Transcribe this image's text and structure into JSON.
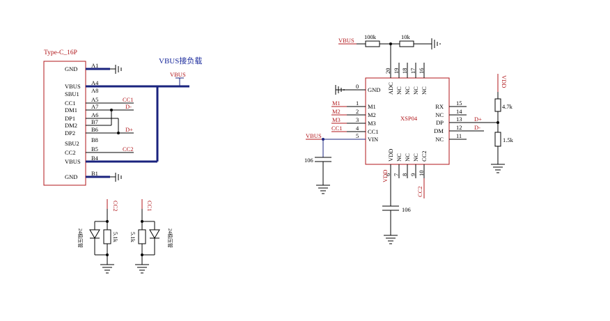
{
  "connector": {
    "title": "Type-C_16P",
    "pins": [
      "GND",
      "VBUS",
      "SBU1",
      "CC1",
      "DM1",
      "DP1",
      "DM2",
      "DP2",
      "SBU2",
      "CC2",
      "VBUS",
      "GND"
    ],
    "pads": [
      "A1",
      "A4",
      "A8",
      "A5",
      "A7",
      "A6",
      "B7",
      "B6",
      "B8",
      "B5",
      "B4",
      "B1"
    ]
  },
  "net_labels": {
    "vbus_load": "VBUS接负载",
    "vbus": "VBUS",
    "cc1": "CC1",
    "cc2": "CC2",
    "d_minus": "D-",
    "d_plus": "D+",
    "vdd": "VDD",
    "m1": "M1",
    "m2": "M2",
    "m3": "M3"
  },
  "ic": {
    "name": "XSP04",
    "left_pins": [
      "GND",
      "M1",
      "M2",
      "M3",
      "CC1",
      "VIN"
    ],
    "left_nums": [
      "0",
      "1",
      "2",
      "3",
      "4",
      "5"
    ],
    "right_pins": [
      "RX",
      "NC",
      "DP",
      "DM",
      "NC"
    ],
    "right_nums": [
      "15",
      "14",
      "13",
      "12",
      "11"
    ],
    "top_pins": [
      "ADC",
      "NC",
      "NC",
      "NC",
      "NC"
    ],
    "top_nums": [
      "20",
      "19",
      "18",
      "17",
      "16"
    ],
    "bottom_pins": [
      "VDD",
      "NC",
      "NC",
      "NC",
      "CC2"
    ],
    "bottom_nums": [
      "6",
      "7",
      "8",
      "9",
      "10"
    ]
  },
  "components": {
    "r_100k": "100k",
    "r_10k": "10k",
    "r_4k7": "4.7k",
    "r_1k5": "1.5k",
    "c_vin": "106",
    "c_vdd": "106",
    "r_cc2": "5.1k",
    "r_cc1": "5.1k",
    "tvs_cc2": "24稳压管",
    "tvs_cc1": "24稳压管"
  },
  "colors": {
    "wire": "#000000",
    "net": "#b0161a",
    "bus": "#1a237e",
    "label_blue": "#1a2a9c"
  }
}
